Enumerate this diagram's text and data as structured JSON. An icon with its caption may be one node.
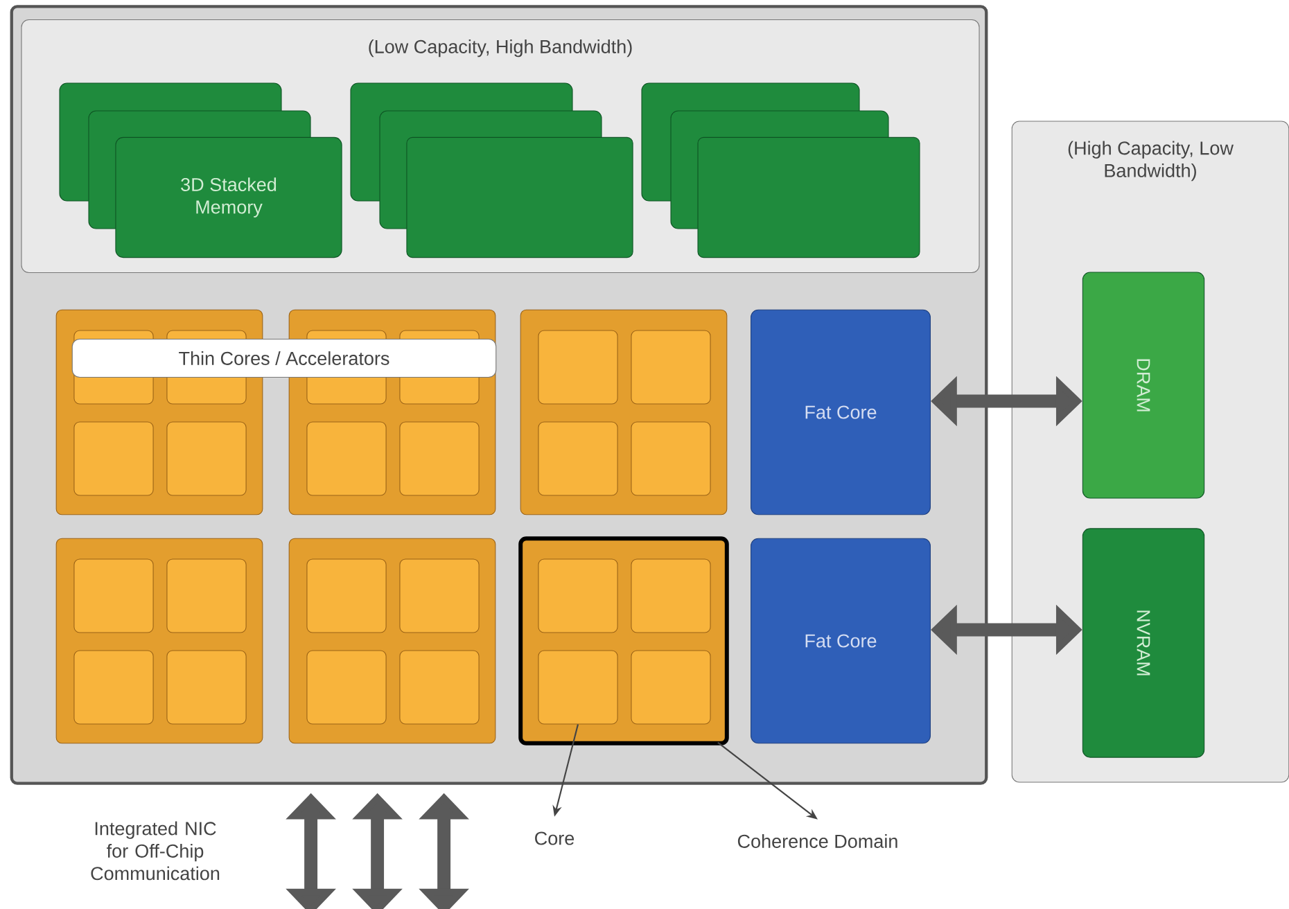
{
  "diagram": {
    "nodes": [
      {
        "text": [],
        "shape": "box"
      },
      {
        "text": [
          "(Low Capacity, High Bandwidth)"
        ],
        "in": 0
      },
      {
        "text": [
          "3D Stacked Memory"
        ],
        "in": 1
      },
      {
        "text": [],
        "shape": "box",
        "in": 1
      },
      {
        "text": [],
        "shape": "box",
        "in": 1
      },
      {
        "text": [],
        "shape": "box",
        "in": 0
      },
      {
        "text": [],
        "shape": "box",
        "in": 5
      },
      {
        "text": [],
        "shape": "box",
        "in": 5
      },
      {
        "text": [],
        "shape": "box",
        "in": 5
      },
      {
        "text": [],
        "shape": "box",
        "in": 5
      },
      {
        "text": [],
        "shape": "box",
        "in": 0
      },
      {
        "text": [],
        "shape": "box",
        "in": 10
      },
      {
        "text": [],
        "shape": "box",
        "in": 10
      },
      {
        "text": [],
        "shape": "box",
        "in": 10
      },
      {
        "text": [],
        "shape": "box",
        "in": 10
      },
      {
        "text": [],
        "shape": "box",
        "in": 0
      },
      {
        "text": [],
        "shape": "box",
        "in": 15
      },
      {
        "text": [],
        "shape": "box",
        "in": 15
      },
      {
        "text": [],
        "shape": "box",
        "in": 15
      },
      {
        "text": [],
        "shape": "box",
        "in": 15
      },
      {
        "text": [
          "Fat Core"
        ],
        "in": 0
      },
      {
        "text": [],
        "shape": "box",
        "in": 0
      },
      {
        "text": [],
        "shape": "box",
        "in": 21
      },
      {
        "text": [],
        "shape": "box",
        "in": 21
      },
      {
        "text": [],
        "shape": "box",
        "in": 21
      },
      {
        "text": [],
        "shape": "box",
        "in": 21
      },
      {
        "text": [],
        "shape": "box",
        "in": 0
      },
      {
        "text": [],
        "shape": "box",
        "in": 26
      },
      {
        "text": [],
        "shape": "box",
        "in": 26
      },
      {
        "text": [],
        "shape": "box",
        "in": 26
      },
      {
        "text": [],
        "shape": "box",
        "in": 26
      },
      {
        "text": [],
        "shape": "box",
        "in": 0
      },
      {
        "text": [],
        "shape": "box",
        "in": 31
      },
      {
        "text": [],
        "shape": "box",
        "in": 31
      },
      {
        "text": [],
        "shape": "box",
        "in": 31
      },
      {
        "text": [],
        "shape": "box",
        "in": 31
      },
      {
        "text": [
          "Fat Core"
        ],
        "in": 0
      },
      {
        "text": [
          "Thin Cores / Accelerators"
        ],
        "in": 0
      },
      {
        "text": [
          "(High Capacity, Low Bandwidth)"
        ]
      },
      {
        "text": [
          "DRAM"
        ],
        "in": 38
      },
      {
        "text": [
          "NVRAM"
        ],
        "in": 38
      },
      {
        "text": [
          "Core"
        ]
      },
      {
        "text": [
          "Coherence Domain"
        ]
      }
    ],
    "edges": [
      {
        "from": 20,
        "to": 39,
        "arrow": "both"
      },
      {
        "from": 36,
        "to": 40,
        "arrow": "both"
      },
      {
        "from": 0,
        "to": null,
        "arrow": "both"
      },
      {
        "from": 0,
        "to": null,
        "arrow": "both"
      },
      {
        "from": 0,
        "to": null,
        "arrow": "both"
      },
      {
        "from": 34,
        "to": 41,
        "arrow": "to"
      },
      {
        "from": 31,
        "to": 42,
        "arrow": "to"
      }
    ],
    "labels": [
      "Integrated NIC for Off-Chip Communication"
    ]
  }
}
